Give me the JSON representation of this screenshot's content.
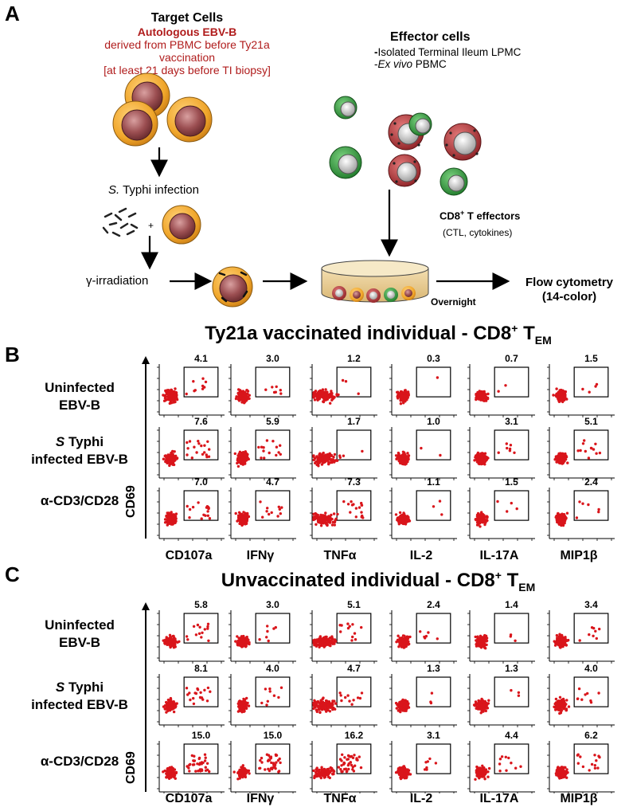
{
  "panel_a": {
    "letter": "A",
    "target_title": "Target Cells",
    "target_subtitle": "Autologous EBV-B",
    "target_line1": "derived from PBMC before Ty21a vaccination",
    "target_line2": "[at least 21 days before TI biopsy]",
    "infection_prefix": "S.",
    "infection_suffix": " Typhi infection",
    "plus": "+",
    "irradiation": "γ-irradiation",
    "effector_title": "Effector cells",
    "effector_item1_bullet": "-",
    "effector_item1": "Isolated Terminal Ileum LPMC",
    "effector_item2_bullet": "-",
    "effector_item2_italic": "Ex vivo",
    "effector_item2_rest": " PBMC",
    "cd8_effectors_prefix": "CD8",
    "cd8_effectors_sup": "+",
    "cd8_effectors_suffix": " T effectors",
    "cd8_effectors_note": "(CTL, cytokines)",
    "overnight": "Overnight",
    "flow_line1": "Flow cytometry",
    "flow_line2": "(14-color)",
    "colors": {
      "red_text": "#b01c1c",
      "target_cell": "#f0a62a",
      "nucleus": "#9c4f52",
      "green_cell": "#2e9b3b",
      "red_cell": "#b8363a"
    }
  },
  "panel_b": {
    "letter": "B",
    "title_prefix": "Ty21a vaccinated individual - CD8",
    "title_sup": "+",
    "title_mid": " T",
    "title_sub": "EM",
    "rows": [
      {
        "line1": "Uninfected",
        "line2": "EBV-B",
        "values": [
          "4.1",
          "3.0",
          "1.2",
          "0.3",
          "0.7",
          "1.5"
        ]
      },
      {
        "line1": "S Typhi",
        "line2": "infected EBV-B",
        "values": [
          "7.6",
          "5.9",
          "1.7",
          "1.0",
          "3.1",
          "5.1"
        ]
      },
      {
        "line1": "α-CD3/CD28",
        "line2": "",
        "values": [
          "7.0",
          "4.7",
          "7.3",
          "1.1",
          "1.5",
          "2.4"
        ]
      }
    ],
    "y_axis_label": "CD69",
    "columns": [
      "CD107a",
      "IFNγ",
      "TNFα",
      "IL-2",
      "IL-17A",
      "MIP1β"
    ]
  },
  "panel_c": {
    "letter": "C",
    "title_prefix": "Unvaccinated individual - CD8",
    "title_sup": "+",
    "title_mid": " T",
    "title_sub": "EM",
    "rows": [
      {
        "line1": "Uninfected",
        "line2": "EBV-B",
        "values": [
          "5.8",
          "3.0",
          "5.1",
          "2.4",
          "1.4",
          "3.4"
        ]
      },
      {
        "line1": "S Typhi",
        "line2": "infected EBV-B",
        "values": [
          "8.1",
          "4.0",
          "4.7",
          "1.3",
          "1.3",
          "4.0"
        ]
      },
      {
        "line1": "α-CD3/CD28",
        "line2": "",
        "values": [
          "15.0",
          "15.0",
          "16.2",
          "3.1",
          "4.4",
          "6.2"
        ]
      }
    ],
    "y_axis_label": "CD69",
    "columns": [
      "CD107a",
      "IFNγ",
      "TNFα",
      "IL-2",
      "IL-17A",
      "MIP1β"
    ]
  }
}
